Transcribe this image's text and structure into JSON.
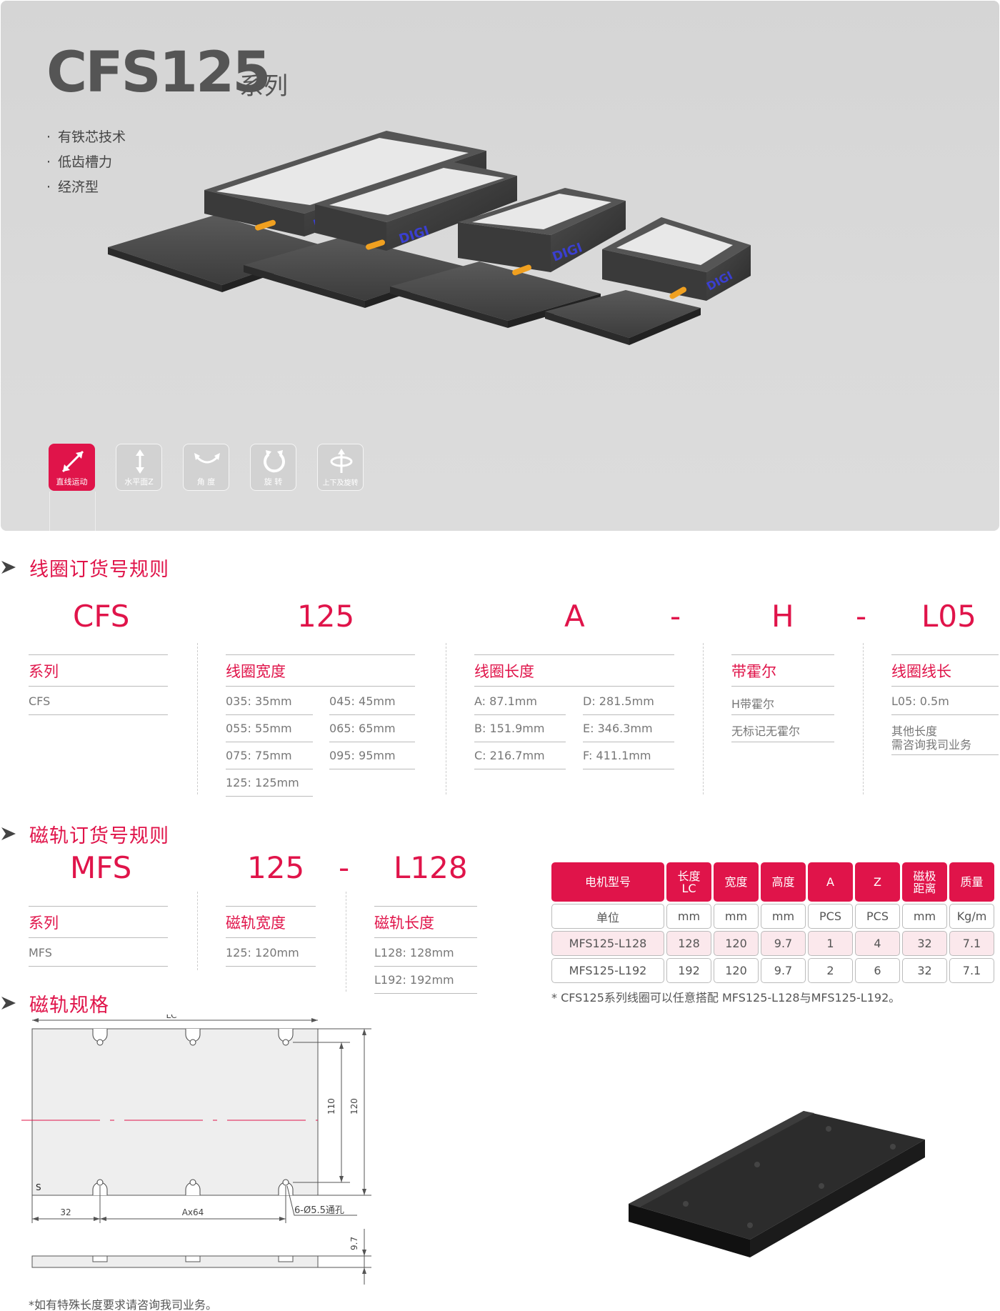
{
  "hero": {
    "title": "CFS125",
    "title_suffix": "系列",
    "features": [
      "有铁芯技术",
      "低齿槽力",
      "经济型"
    ],
    "brand": "DIGI",
    "motion_icons": [
      {
        "label": "直线运动",
        "active": true,
        "icon": "diagonal-arrow-icon"
      },
      {
        "label": "水平面Z",
        "active": false,
        "icon": "vertical-arrow-icon"
      },
      {
        "label": "角 度",
        "active": false,
        "icon": "arc-arrow-icon"
      },
      {
        "label": "旋 转",
        "active": false,
        "icon": "rotate-icon"
      },
      {
        "label": "上下及旋转",
        "active": false,
        "icon": "rotate-updown-icon"
      }
    ]
  },
  "coil_section": {
    "title": "线圈订货号规则",
    "codes": [
      "CFS",
      "125",
      "A",
      "-",
      "H",
      "-",
      "L05"
    ],
    "columns": {
      "series": {
        "title": "系列",
        "items": [
          "CFS"
        ]
      },
      "width": {
        "title": "线圈宽度",
        "items": [
          "035: 35mm",
          "045: 45mm",
          "055: 55mm",
          "065: 65mm",
          "075: 75mm",
          "095: 95mm",
          "125: 125mm"
        ]
      },
      "length": {
        "title": "线圈长度",
        "items": [
          "A: 87.1mm",
          "D: 281.5mm",
          "B: 151.9mm",
          "E: 346.3mm",
          "C: 216.7mm",
          "F: 411.1mm"
        ]
      },
      "hall": {
        "title": "带霍尔",
        "items": [
          "H带霍尔",
          "无标记无霍尔"
        ]
      },
      "cable": {
        "title": "线圈线长",
        "items": [
          "L05: 0.5m",
          "其他长度",
          "需咨询我司业务"
        ]
      }
    }
  },
  "rail_section": {
    "title": "磁轨订货号规则",
    "codes": [
      "MFS",
      "125",
      "-",
      "L128"
    ],
    "columns": {
      "series": {
        "title": "系列",
        "items": [
          "MFS"
        ]
      },
      "width": {
        "title": "磁轨宽度",
        "items": [
          "125: 120mm"
        ]
      },
      "length": {
        "title": "磁轨长度",
        "items": [
          "L128: 128mm",
          "L192: 192mm"
        ]
      }
    }
  },
  "spec_table": {
    "headers": [
      "电机型号",
      "长度\nLC",
      "宽度",
      "高度",
      "A",
      "Z",
      "磁极\n距离",
      "质量"
    ],
    "rows": [
      [
        "单位",
        "mm",
        "mm",
        "mm",
        "PCS",
        "PCS",
        "mm",
        "Kg/m"
      ],
      [
        "MFS125-L128",
        "128",
        "120",
        "9.7",
        "1",
        "4",
        "32",
        "7.1"
      ],
      [
        "MFS125-L192",
        "192",
        "120",
        "9.7",
        "2",
        "6",
        "32",
        "7.1"
      ]
    ],
    "note": "* CFS125系列线圈可以任意搭配 MFS125-L128与MFS125-L192。"
  },
  "rail_spec": {
    "title": "磁轨规格",
    "dims": {
      "lc": "LC",
      "h110": "110",
      "h120": "120",
      "s": "S",
      "d32": "32",
      "ax64": "Ax64",
      "hole": "6-Ø5.5通孔",
      "t97": "9.7"
    },
    "foot_note": "*如有特殊长度要求请咨询我司业务。"
  },
  "colors": {
    "accent": "#e0144a",
    "hero_bg": "#d8d8d8",
    "text": "#777777"
  }
}
